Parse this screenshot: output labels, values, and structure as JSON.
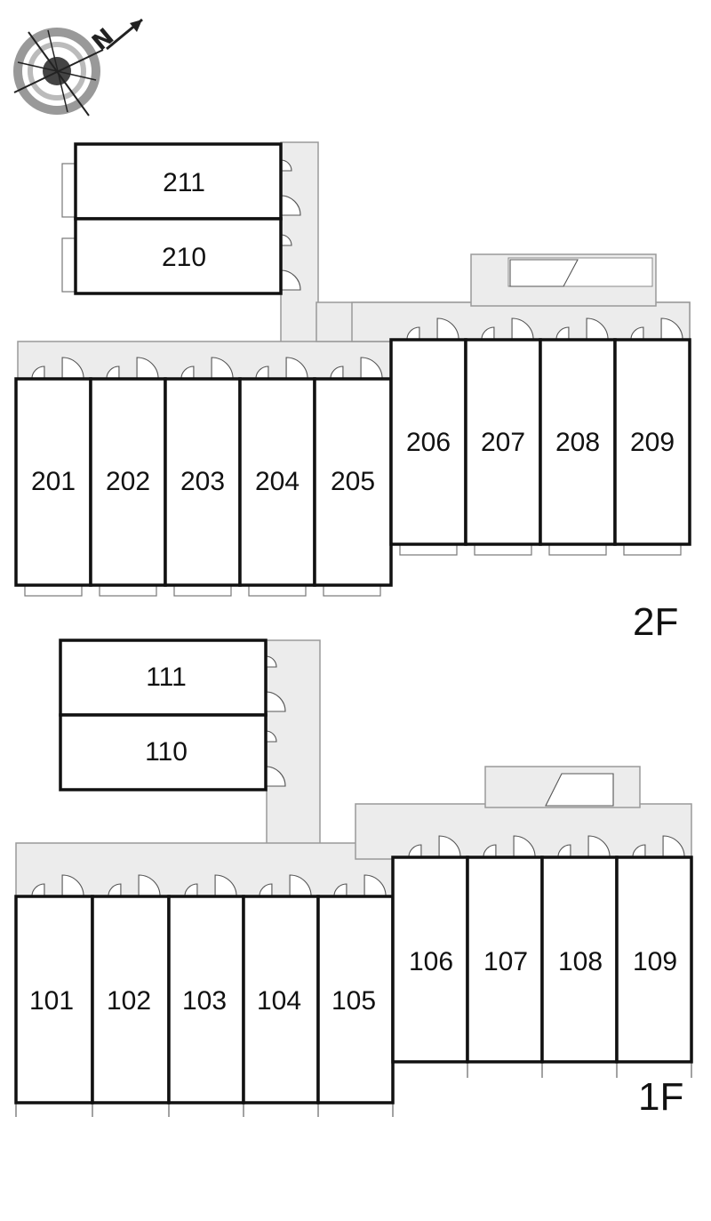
{
  "floors": [
    {
      "label": "2F",
      "units": [
        {
          "id": "201"
        },
        {
          "id": "202"
        },
        {
          "id": "203"
        },
        {
          "id": "204"
        },
        {
          "id": "205"
        },
        {
          "id": "206"
        },
        {
          "id": "207"
        },
        {
          "id": "208"
        },
        {
          "id": "209"
        },
        {
          "id": "210"
        },
        {
          "id": "211"
        }
      ]
    },
    {
      "label": "1F",
      "units": [
        {
          "id": "101"
        },
        {
          "id": "102"
        },
        {
          "id": "103"
        },
        {
          "id": "104"
        },
        {
          "id": "105"
        },
        {
          "id": "106"
        },
        {
          "id": "107"
        },
        {
          "id": "108"
        },
        {
          "id": "109"
        },
        {
          "id": "110"
        },
        {
          "id": "111"
        }
      ]
    }
  ],
  "compass": {
    "letter": "N",
    "icon": "compass-icon"
  },
  "colors": {
    "wall": "#111111",
    "corridor": "#ececec",
    "corridor_edge": "#9a9a9a"
  }
}
